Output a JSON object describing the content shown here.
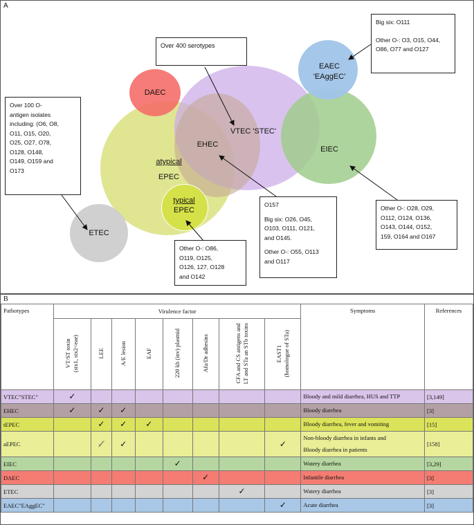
{
  "panel_a_label": "A",
  "panel_b_label": "B",
  "circles": {
    "daec": "DAEC",
    "vtec": "VTEC 'STEC'",
    "ehec": "EHEC",
    "eiec": "EIEC",
    "eaec_line1": "EAEC",
    "eaec_line2": "'EAggEC'",
    "atypical_line1": "atypical",
    "atypical_line2": "EPEC",
    "typical_line1": "typical",
    "typical_line2": "EPEC",
    "etec": "ETEC"
  },
  "boxes": {
    "serotypes": "Over 400 serotypes",
    "eaec_bigsix": "Big six: O111",
    "eaec_other": [
      "Other O-: O3, O15, O44,",
      "O86, O77 and O127"
    ],
    "etec_lines": [
      "Over 100 O-",
      "antigen isolates",
      "including: (O6, O8,",
      "O11, O15, O20,",
      "O25, O27, O78,",
      "O128, O148,",
      "O149, O159 and",
      "O173"
    ],
    "ehec_o157": "O157",
    "ehec_bigsix": [
      "Big six: O26, O45,",
      "O103, O111, O121,",
      "and O145."
    ],
    "ehec_other": [
      "Other O-: O55, O113",
      "and O117"
    ],
    "epec_other": [
      "Other O-: O86,",
      "O119, O125,",
      "O126, 127, O128",
      "and O142"
    ],
    "eiec_other": [
      "Other O-: O28, O29,",
      "O112, O124, O136,",
      "O143, O144, O152,",
      "159, O164 and O167"
    ]
  },
  "table": {
    "header_pathotypes": "Pathotypes",
    "header_virulence": "Virulence factor",
    "header_symptoms": "Symptoms",
    "header_references": "References",
    "factors": [
      [
        "VT/ST toxin",
        "(stx1, stx2<eae)"
      ],
      [
        "LEE"
      ],
      [
        "A/E lesion"
      ],
      [
        "EAF"
      ],
      [
        "220 kb (inv) plasmid"
      ],
      [
        "Afa/Dr adhesins"
      ],
      [
        "CFA and CS antigens and",
        "LT and STa an STb toxins"
      ],
      [
        "EAST1",
        "(homologue of STa)"
      ]
    ],
    "rows": [
      {
        "name": "VTEC\"STEC\"",
        "color": "#d9c4ea",
        "marks": [
          "✓",
          "",
          "",
          "",
          "",
          "",
          "",
          ""
        ],
        "symptoms": [
          "Bloody and mild diarrhea, HUS and TTP"
        ],
        "ref": "[3,149]"
      },
      {
        "name": "EHEC",
        "color": "#b3a0a4",
        "marks": [
          "✓",
          "✓",
          "✓",
          "",
          "",
          "",
          "",
          ""
        ],
        "symptoms": [
          "Bloody diarrhea"
        ],
        "ref": "[3]"
      },
      {
        "name": "tEPEC",
        "color": "#dbe35a",
        "marks": [
          "",
          "✓",
          "✓",
          "✓",
          "",
          "",
          "",
          ""
        ],
        "symptoms": [
          "Bloody diarrhea, fever and vomiting"
        ],
        "ref": "[15]"
      },
      {
        "name": "aEPEC",
        "color": "#e9ee97",
        "marks": [
          "",
          "✓̸",
          "✓",
          "",
          "",
          "",
          "",
          "✓"
        ],
        "symptoms": [
          "Non-bloody diarrhea in infants and",
          "Bloody diarrhea in patients"
        ],
        "ref": "[158]"
      },
      {
        "name": "EIEC",
        "color": "#b5d6a0",
        "marks": [
          "",
          "",
          "",
          "",
          "✓",
          "",
          "",
          ""
        ],
        "symptoms": [
          "Watery diarrhea"
        ],
        "ref": "[3,29]"
      },
      {
        "name": "DAEC",
        "color": "#f47c72",
        "marks": [
          "",
          "",
          "",
          "",
          "",
          "✓",
          "",
          ""
        ],
        "symptoms": [
          "Infantile diarrhea"
        ],
        "ref": "[3]"
      },
      {
        "name": "ETEC",
        "color": "#d3d3d3",
        "marks": [
          "",
          "",
          "",
          "",
          "",
          "",
          "✓",
          ""
        ],
        "symptoms": [
          "Watery diarrhea"
        ],
        "ref": "[3]"
      },
      {
        "name": "EAEC\"EAggEC\"",
        "color": "#a9c7e6",
        "marks": [
          "",
          "",
          "",
          "",
          "",
          "",
          "",
          "✓"
        ],
        "symptoms": [
          "Acute diarrhea"
        ],
        "ref": "[3]"
      }
    ]
  }
}
